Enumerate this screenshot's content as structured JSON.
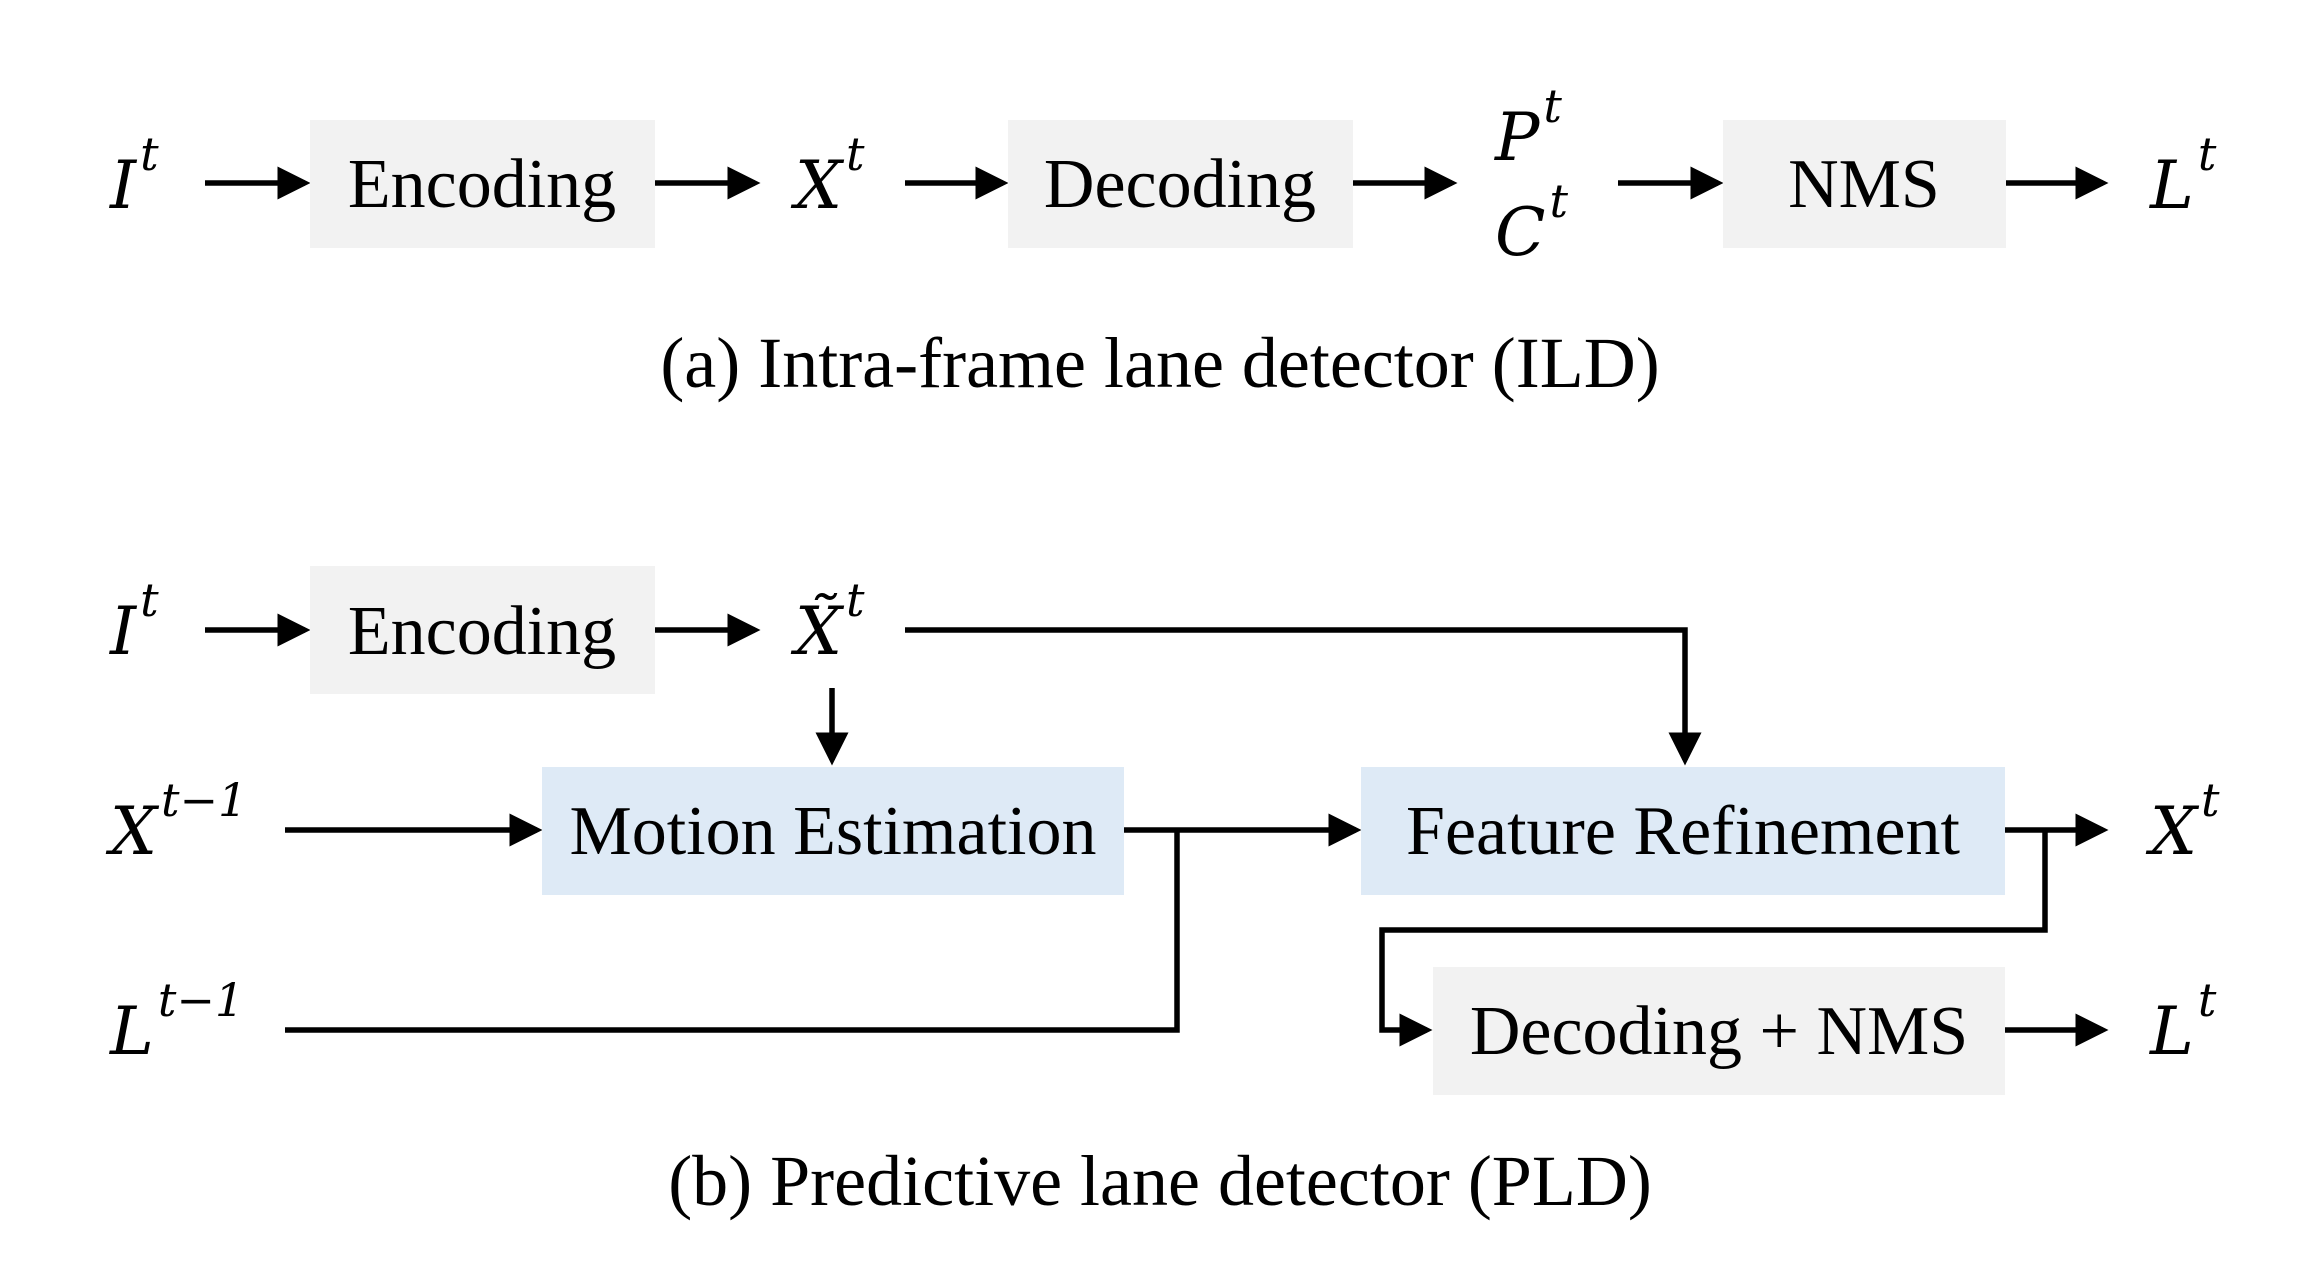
{
  "panel_a": {
    "input": {
      "base": "I",
      "sup": "t"
    },
    "encoding_label": "Encoding",
    "feature": {
      "base": "X",
      "sup": "t"
    },
    "decoding_label": "Decoding",
    "points": {
      "base": "P",
      "sup": "t"
    },
    "confidence": {
      "base": "C",
      "sup": "t"
    },
    "nms_label": "NMS",
    "output": {
      "base": "L",
      "sup": "t"
    },
    "caption": "(a) Intra-frame lane detector (ILD)"
  },
  "panel_b": {
    "input": {
      "base": "I",
      "sup": "t"
    },
    "encoding_label": "Encoding",
    "feature_tilde": {
      "base": "X̃",
      "sup": "t"
    },
    "prev_feature": {
      "base": "X",
      "sup": "t−1"
    },
    "motion_label": "Motion Estimation",
    "refine_label": "Feature Refinement",
    "feature_out": {
      "base": "X",
      "sup": "t"
    },
    "prev_lanes": {
      "base": "L",
      "sup": "t−1"
    },
    "decode_nms_label": "Decoding + NMS",
    "output": {
      "base": "L",
      "sup": "t"
    },
    "caption": "(b) Predictive lane detector (PLD)"
  },
  "colors": {
    "gray_box": "#f2f2f2",
    "blue_box": "#deeaf6",
    "line": "#000000"
  }
}
